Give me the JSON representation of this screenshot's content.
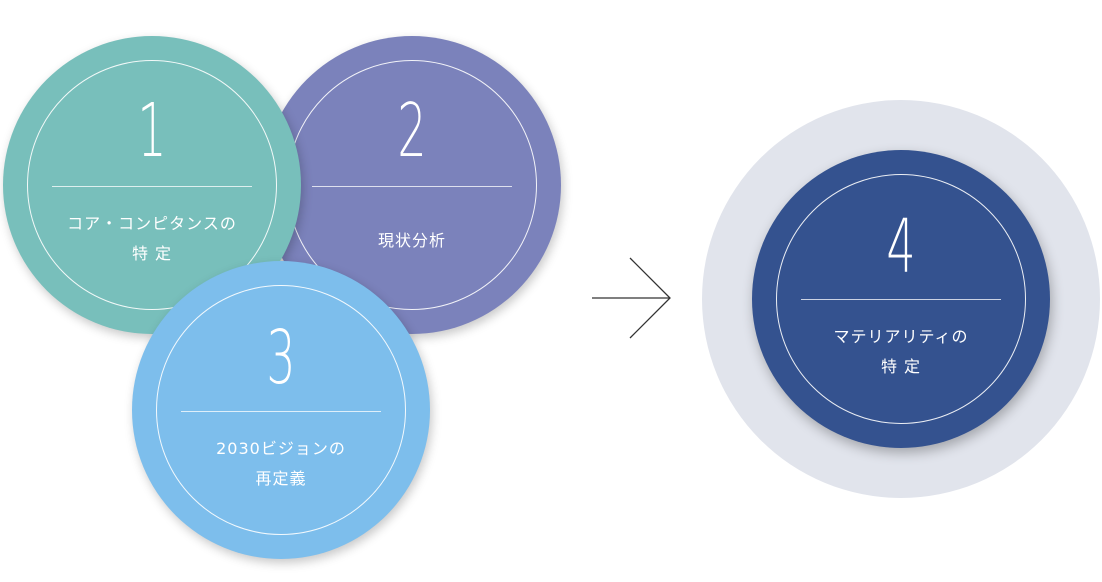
{
  "steps": [
    {
      "number": "1",
      "label_line1": "コア・コンピタンスの",
      "label_line2": "特 定",
      "color": "#78bfbb"
    },
    {
      "number": "2",
      "label_line1": "現状分析",
      "label_line2": "",
      "color": "#7b82bb"
    },
    {
      "number": "3",
      "label_line1": "2030ビジョンの",
      "label_line2": "再定義",
      "color": "#7dbeec"
    }
  ],
  "result": {
    "number": "4",
    "label_line1": "マテリアリティの",
    "label_line2": "特 定",
    "color": "#34528f",
    "halo_color": "#e1e4ec"
  },
  "arrow_icon": "right-arrow-icon"
}
